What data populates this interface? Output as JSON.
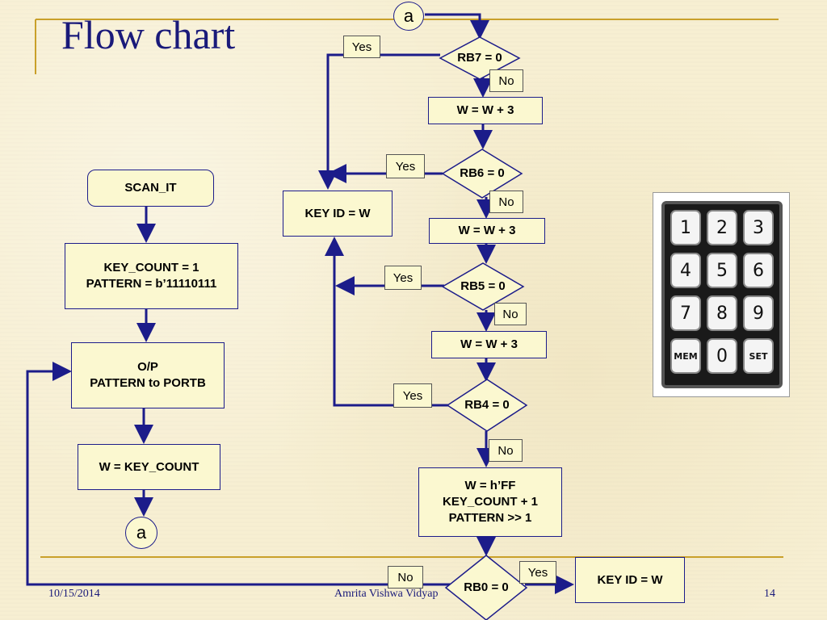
{
  "slide": {
    "title": "Flow chart",
    "date": "10/15/2014",
    "author": "Amrita Vishwa Vidyap",
    "page_number": "14"
  },
  "flow": {
    "scan_it": "SCAN_IT",
    "init_line1": "KEY_COUNT = 1",
    "init_line2": "PATTERN = b’11110111",
    "output_line1": "O/P",
    "output_line2": "PATTERN to PORTB",
    "w_key_count": "W = KEY_COUNT",
    "connector_a_bottom": "a",
    "connector_a_top": "a",
    "rb7": "RB7 = 0",
    "rb6": "RB6 = 0",
    "rb5": "RB5 = 0",
    "rb4": "RB4 = 0",
    "rb0": "RB0 = 0",
    "add1": "W = W + 3",
    "add2": "W = W + 3",
    "add3": "W = W + 3",
    "key_id_left": "KEY ID = W",
    "key_id_right": "KEY ID = W",
    "update_line1": "W = h’FF",
    "update_line2": "KEY_COUNT + 1",
    "update_line3": "PATTERN >> 1",
    "yes_rb7": "Yes",
    "no_rb7": "No",
    "yes_rb6": "Yes",
    "no_rb6": "No",
    "yes_rb5": "Yes",
    "no_rb5": "No",
    "yes_rb4": "Yes",
    "no_rb4": "No",
    "yes_rb0": "Yes",
    "no_rb0": "No"
  },
  "keypad": {
    "keys": [
      "1",
      "2",
      "3",
      "4",
      "5",
      "6",
      "7",
      "8",
      "9",
      "MEM",
      "0",
      "SET"
    ]
  },
  "colors": {
    "line": "#1c1c8a",
    "accent": "#c9a02a",
    "box_fill": "#fbf8d0"
  }
}
